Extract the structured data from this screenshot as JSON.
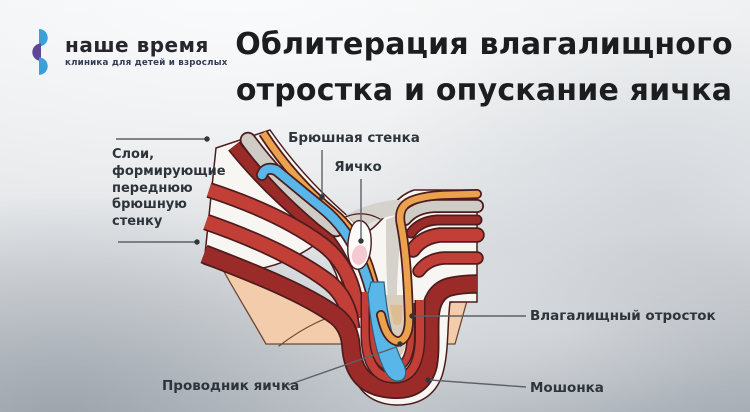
{
  "brand": {
    "name": "наше время",
    "tagline": "клиника для детей и взрослых"
  },
  "title": {
    "line1": "Облитерация влагалищного",
    "line2": "отростка и опускание яичка"
  },
  "diagram_labels": {
    "layers": "Слои,\nформирующие\nпереднюю\nбрюшную\nстенку",
    "abdominal_wall": "Брюшная стенка",
    "testicle": "Яичко",
    "vaginal_process": "Влагалищный отросток",
    "scrotum": "Мошонка",
    "gubernaculum": "Проводник яичка"
  },
  "colors": {
    "muscle_red": "#c23f38",
    "muscle_dark_red": "#9b2b28",
    "peritoneum_orange": "#eba24e",
    "process_blue": "#58b6e8",
    "skin_peach": "#f3cdab",
    "fascia_gray": "#cfccc5",
    "logo_blue": "#3b9fd8",
    "logo_purple": "#5c4795",
    "label_text": "#2e343c",
    "title_text": "#1d1d1f"
  }
}
